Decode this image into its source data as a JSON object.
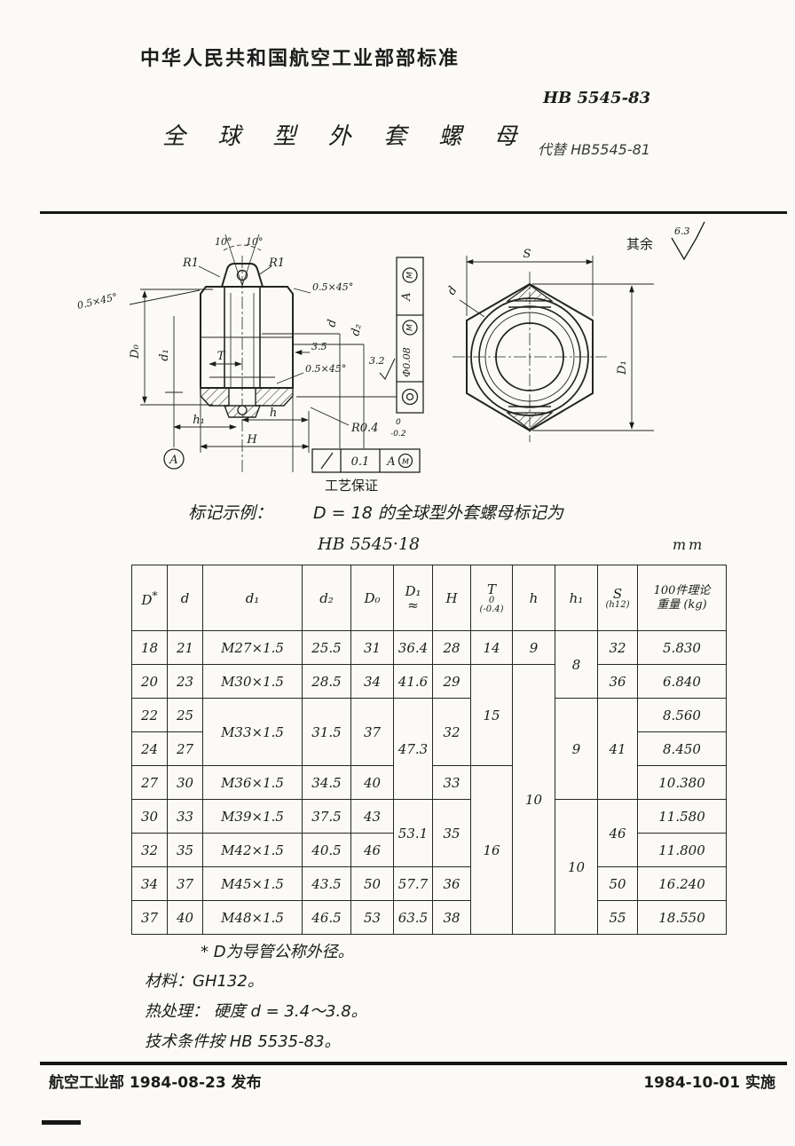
{
  "header": {
    "org_standard": "中华人民共和国航空工业部部标准",
    "standard_no": "HB 5545-83",
    "title": "全 球 型 外 套 螺 母",
    "supersedes": "代替 HB5545-81"
  },
  "drawing": {
    "surface_note": "其余",
    "surface_value": "6.3",
    "angle_left": "10°",
    "angle_right": "10°",
    "r1_left": "R1",
    "r1_right": "R1",
    "chamfer_top_left": "0.5×45°",
    "chamfer_top_right": "0.5×45°",
    "chamfer_inner": "0.5×45°",
    "dim_D0": "D₀",
    "dim_d1": "d₁",
    "dim_T": "T",
    "dim_3_5": "3.5",
    "dim_d": "d",
    "dim_d2": "d₂",
    "finish_3_2": "3.2",
    "radius_base": "R0.4",
    "radius_sup": "0",
    "radius_sub": "-0.2",
    "dim_h1": "h₁",
    "dim_h": "h",
    "dim_H": "H",
    "datum": "A",
    "fcf": {
      "value": "0.1",
      "datum_ref": "A",
      "modifier": "M"
    },
    "fcf_note": "工艺保证",
    "vfcf": {
      "value": "Φ0.08",
      "modifier1": "M",
      "datum_ref": "A",
      "modifier2": "M"
    },
    "hex": {
      "dim_S": "S",
      "dim_D1": "D₁",
      "dim_d": "d"
    }
  },
  "marking": {
    "label": "标记示例：",
    "text": "D = 18 的全球型外套螺母标记为",
    "designation": "HB 5545·18",
    "unit": "mm"
  },
  "table": {
    "headers": {
      "D": {
        "base": "D",
        "sup": "*"
      },
      "d": "d",
      "d1": "d₁",
      "d2": "d₂",
      "D0": "D₀",
      "D1": {
        "base": "D₁",
        "approx": "≈"
      },
      "H": "H",
      "T": {
        "base": "T",
        "sup": "0",
        "sub": "(-0.4)"
      },
      "h": "h",
      "h1": "h₁",
      "S": {
        "base": "S",
        "tol": "(h12)"
      },
      "wt": {
        "line1": "100件理论",
        "line2": "重量 (kg)"
      }
    },
    "rows": [
      {
        "D": "18",
        "d": "21",
        "d1": "M27×1.5",
        "d2": "25.5",
        "D0": "31",
        "D1": "36.4",
        "H": "28",
        "T": "14",
        "h": "9",
        "h1": "8",
        "S": "32",
        "wt": "5.830"
      },
      {
        "D": "20",
        "d": "23",
        "d1": "M30×1.5",
        "d2": "28.5",
        "D0": "34",
        "D1": "41.6",
        "H": "29",
        "T": "15",
        "h": "10",
        "S": "36",
        "wt": "6.840"
      },
      {
        "D": "22",
        "d": "25",
        "d1": "M33×1.5",
        "d2": "31.5",
        "D0": "37",
        "D1": "47.3",
        "H": "32",
        "h1": "9",
        "S": "41",
        "wt": "8.560"
      },
      {
        "D": "24",
        "d": "27",
        "wt": "8.450"
      },
      {
        "D": "27",
        "d": "30",
        "d1": "M36×1.5",
        "d2": "34.5",
        "D0": "40",
        "H": "33",
        "T": "16",
        "wt": "10.380"
      },
      {
        "D": "30",
        "d": "33",
        "d1": "M39×1.5",
        "d2": "37.5",
        "D0": "43",
        "D1": "53.1",
        "H": "35",
        "h1": "10",
        "S": "46",
        "wt": "11.580"
      },
      {
        "D": "32",
        "d": "35",
        "d1": "M42×1.5",
        "d2": "40.5",
        "D0": "46",
        "wt": "11.800"
      },
      {
        "D": "34",
        "d": "37",
        "d1": "M45×1.5",
        "d2": "43.5",
        "D0": "50",
        "D1": "57.7",
        "H": "36",
        "S": "50",
        "wt": "16.240"
      },
      {
        "D": "37",
        "d": "40",
        "d1": "M48×1.5",
        "d2": "46.5",
        "D0": "53",
        "D1": "63.5",
        "H": "38",
        "S": "55",
        "wt": "18.550"
      }
    ]
  },
  "notes": [
    "* D为导管公称外径。",
    "材料：GH132。",
    "热处理： 硬度 d = 3.4～3.8。",
    "技术条件按 HB 5535-83。"
  ],
  "footer": {
    "issued": "航空工业部 1984-08-23 发布",
    "effective": "1984-10-01 实施"
  }
}
